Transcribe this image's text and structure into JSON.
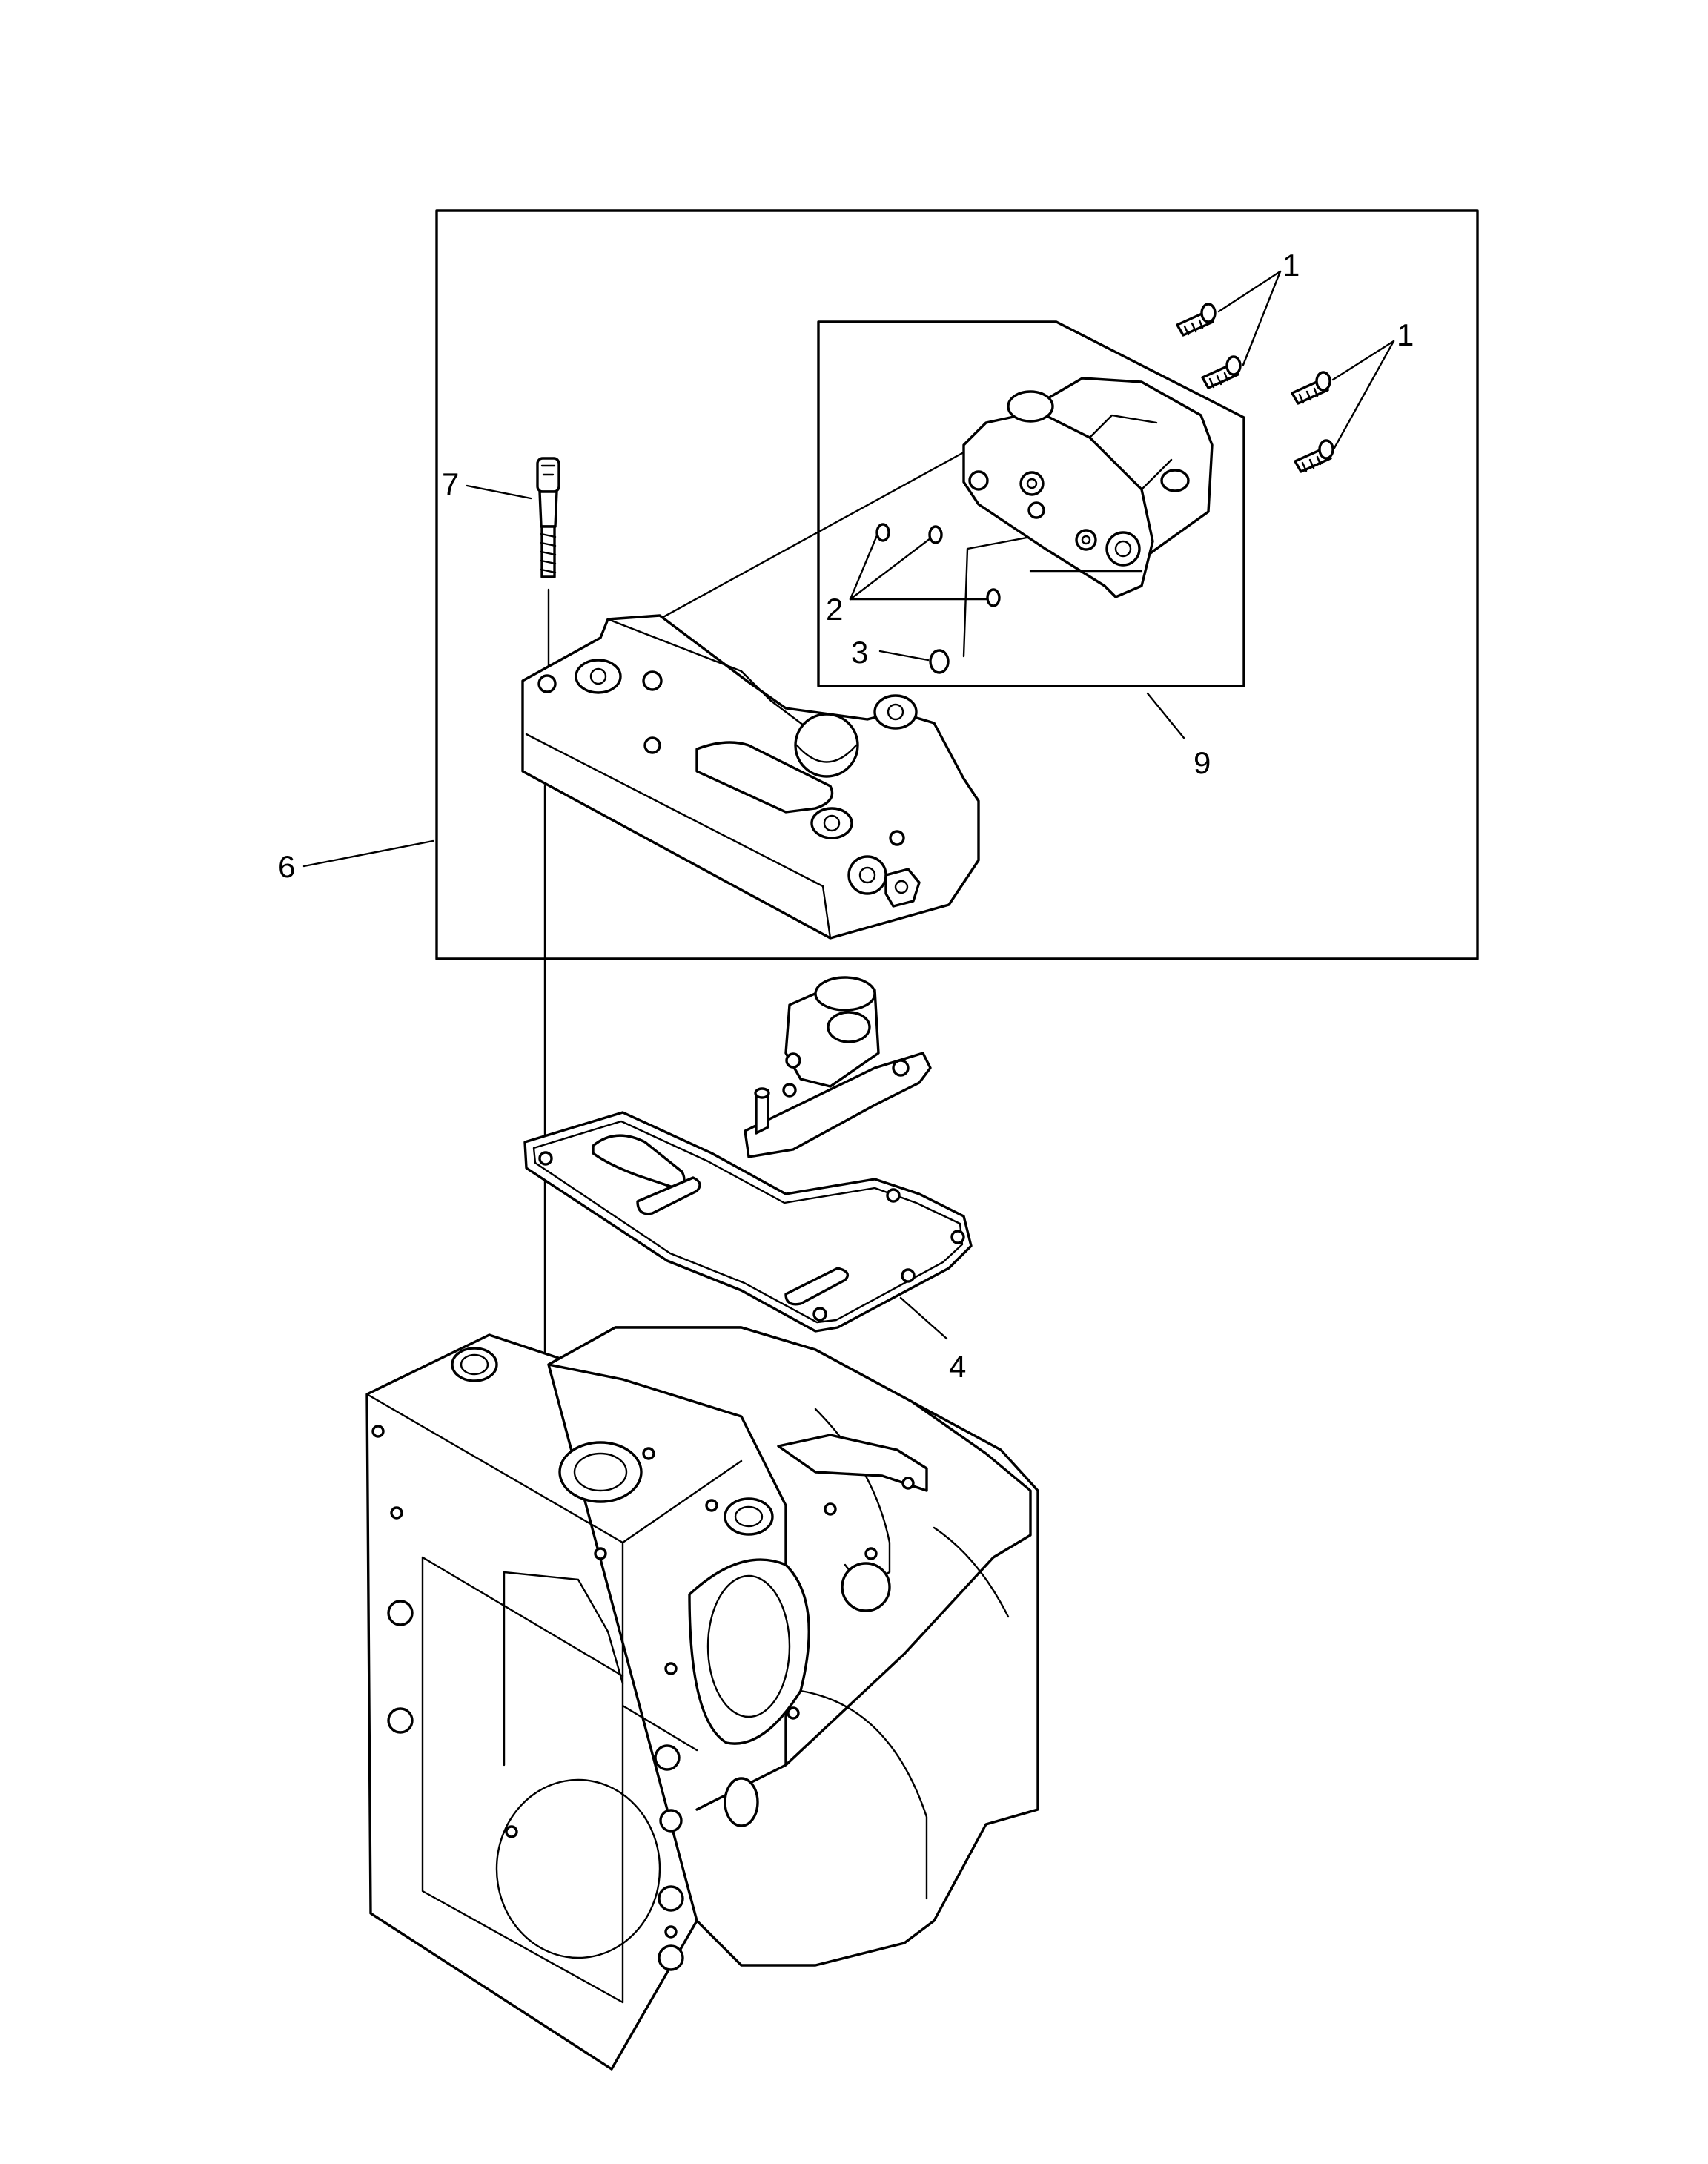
{
  "callouts": {
    "c1a": "1",
    "c1b": "1",
    "c2": "2",
    "c3": "3",
    "c4": "4",
    "c6": "6",
    "c7": "7",
    "c9": "9"
  }
}
